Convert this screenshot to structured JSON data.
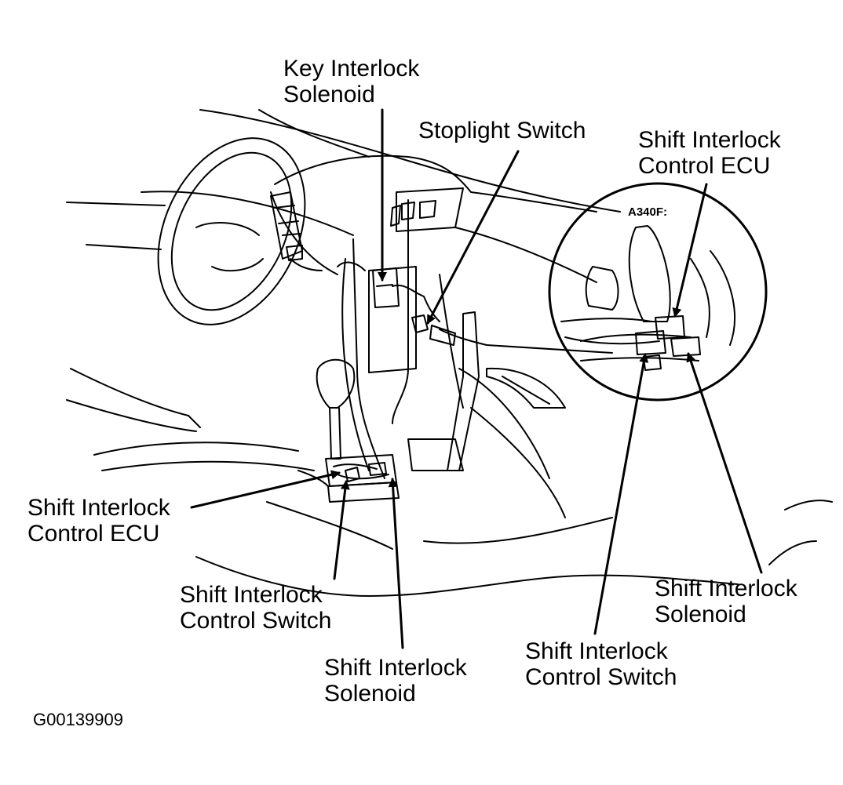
{
  "figure_id": "G00139909",
  "inset_label": "A340F:",
  "labels": {
    "key_interlock_solenoid": [
      "Key Interlock",
      "Solenoid"
    ],
    "stoplight_switch": [
      "Stoplight Switch"
    ],
    "shift_interlock_control_ecu_inset": [
      "Shift Interlock",
      "Control ECU"
    ],
    "shift_interlock_control_ecu_main": [
      "Shift Interlock",
      "Control ECU"
    ],
    "shift_interlock_control_switch_main": [
      "Shift Interlock",
      "Control Switch"
    ],
    "shift_interlock_solenoid_main": [
      "Shift Interlock",
      "Solenoid"
    ],
    "shift_interlock_control_switch_inset": [
      "Shift Interlock",
      "Control Switch"
    ],
    "shift_interlock_solenoid_inset": [
      "Shift Interlock",
      "Solenoid"
    ]
  },
  "colors": {
    "ink": "#000000",
    "paper": "#ffffff"
  }
}
